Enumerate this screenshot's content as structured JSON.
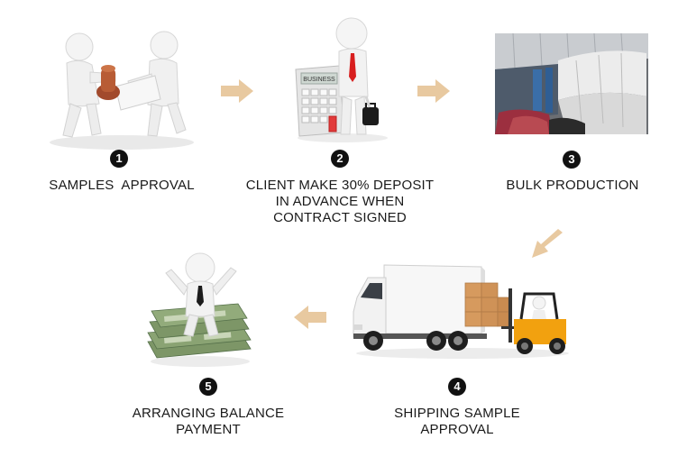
{
  "steps": [
    {
      "number": "1",
      "lines": [
        "SAMPLES  APPROVAL"
      ]
    },
    {
      "number": "2",
      "lines": [
        "CLIENT MAKE 30% DEPOSIT",
        "IN ADVANCE WHEN",
        "CONTRACT SIGNED"
      ]
    },
    {
      "number": "3",
      "lines": [
        "BULK PRODUCTION"
      ]
    },
    {
      "number": "4",
      "lines": [
        "SHIPPING SAMPLE",
        "APPROVAL"
      ]
    },
    {
      "number": "5",
      "lines": [
        "ARRANGING BALANCE",
        "PAYMENT"
      ]
    }
  ],
  "calculator_screen": "BUSINESS",
  "colors": {
    "arrow": "#e8c9a0",
    "badge": "#111111",
    "figure": "#f2f2f2",
    "tie": "#d81e1e",
    "money": "#6f8a5a",
    "forklift": "#f2a10f"
  },
  "icons": [
    "handshake-stamp",
    "calculator-businessman",
    "factory-machine",
    "truck-forklift",
    "money-stack-figure",
    "arrow-right",
    "arrow-down-left",
    "arrow-left"
  ]
}
